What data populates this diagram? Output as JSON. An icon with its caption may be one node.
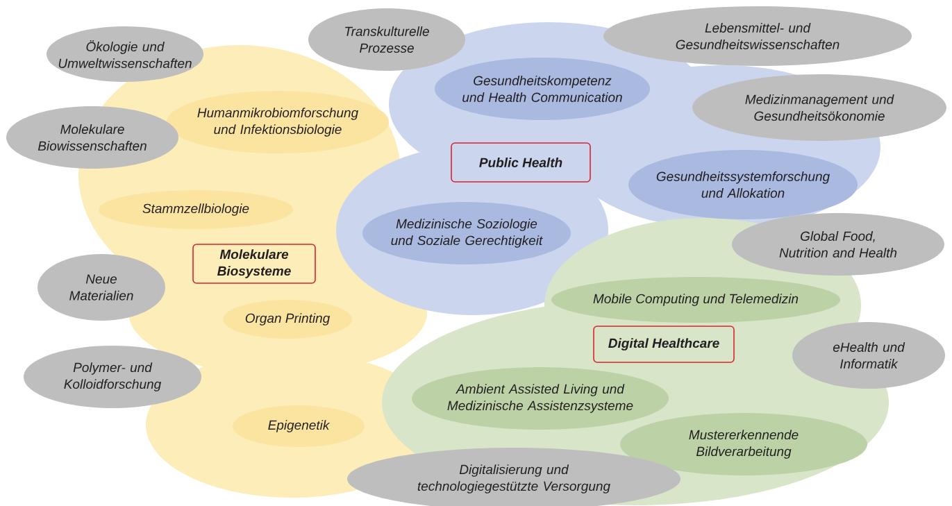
{
  "diagram": {
    "nodes": [
      {
        "text": [
          "Ökologie und Umweltwissenschaften"
        ]
      },
      {
        "text": [
          "Transkulturelle Prozesse"
        ]
      },
      {
        "text": [
          "Lebensmittel- und Gesundheitswissenschaften"
        ]
      },
      {
        "text": [
          "Gesundheitskompetenz und Health Communication"
        ]
      },
      {
        "text": [
          "Medizinmanagement und Gesundheitsökonomie"
        ]
      },
      {
        "text": [
          "Humanmikrobiomforschung und Infektionsbiologie"
        ]
      },
      {
        "text": [
          "Molekulare Biowissenschaften"
        ]
      },
      {
        "text": [
          "Public Health"
        ]
      },
      {
        "text": [
          "Gesundheitssystemforschung und Allokation"
        ]
      },
      {
        "text": [
          "Stammzellbiologie"
        ]
      },
      {
        "text": [
          "Medizinische Soziologie und Soziale Gerechtigkeit"
        ]
      },
      {
        "text": [
          "Global Food, Nutrition and Health"
        ]
      },
      {
        "text": [
          "Molekulare Biosysteme"
        ]
      },
      {
        "text": [
          "Neue Materialien"
        ]
      },
      {
        "text": [
          "Mobile Computing und Telemedizin"
        ]
      },
      {
        "text": [
          "Organ Printing"
        ]
      },
      {
        "text": [
          "Digital Healthcare"
        ]
      },
      {
        "text": [
          "eHealth und Informatik"
        ]
      },
      {
        "text": [
          "Polymer- und Kolloidforschung"
        ]
      },
      {
        "text": [
          "Ambient Assisted Living und Medizinische Assistenzsysteme"
        ]
      },
      {
        "text": [
          "Epigenetik"
        ]
      },
      {
        "text": [
          "Mustererkennende Bildverarbeitung"
        ]
      },
      {
        "text": [
          "Digitalisierung und technologiegestützte Versorgung"
        ]
      }
    ]
  }
}
